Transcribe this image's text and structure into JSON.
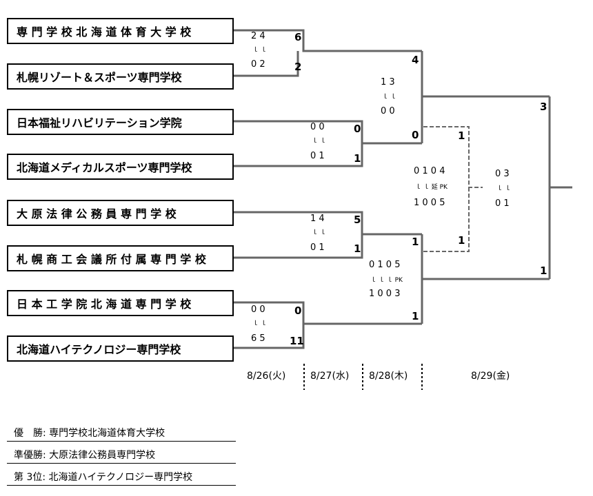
{
  "teams": [
    "専 門 学 校 北 海 道 体 育 大 学 校",
    "札幌リゾート＆スポーツ専門学校",
    "日本福祉リハビリテーション学院",
    "北海道メディカルスポーツ専門学校",
    "大 原 法 律 公 務 員 専 門 学 校",
    "札 幌 商 工 会 議 所 付 属 専 門 学 校",
    "日 本 工 学 院 北 海 道 専 門 学 校",
    "北海道ハイテクノロジー専門学校"
  ],
  "round1": [
    {
      "top_halves": "2 4",
      "bar": "ｌ ｌ",
      "bottom_halves": "0 2",
      "top_score": "6",
      "bottom_score": "2"
    },
    {
      "top_halves": "0 0",
      "bar": "ｌ ｌ",
      "bottom_halves": "0 1",
      "top_score": "0",
      "bottom_score": "1"
    },
    {
      "top_halves": "1 4",
      "bar": "ｌ ｌ",
      "bottom_halves": "0 1",
      "top_score": "5",
      "bottom_score": "1"
    },
    {
      "top_halves": "0 0",
      "bar": "ｌ ｌ",
      "bottom_halves": "6 5",
      "top_score": "0",
      "bottom_score": "11"
    }
  ],
  "semi_top": {
    "top_halves": "1 3",
    "bar": "ｌ ｌ",
    "bottom_halves": "0 0",
    "top_score": "4",
    "bottom_score": "0"
  },
  "semi_bottom": {
    "top_halves": "0 1 0 5",
    "bar": "ｌ ｌ ｌ PK",
    "bottom_halves": "1 0 0 3",
    "top_score": "1",
    "bottom_score": "1"
  },
  "third_place": {
    "top_halves": "0 1 0 4",
    "bar": "ｌ ｌ 延 PK",
    "bottom_halves": "1 0 0 5",
    "top_score": "1",
    "bottom_score": "1"
  },
  "final": {
    "top_halves": "0 3",
    "bar": "ｌ ｌ",
    "bottom_halves": "0 1",
    "top_score": "3",
    "bottom_score": "1"
  },
  "dates": [
    "8/26(火)",
    "8/27(水)",
    "8/28(木)",
    "8/29(金)"
  ],
  "results": [
    {
      "label": "優　勝:",
      "value": "専門学校北海道体育大学校"
    },
    {
      "label": "準優勝:",
      "value": "大原法律公務員専門学校"
    },
    {
      "label": "第 3位:",
      "value": "北海道ハイテクノロジー専門学校"
    }
  ]
}
